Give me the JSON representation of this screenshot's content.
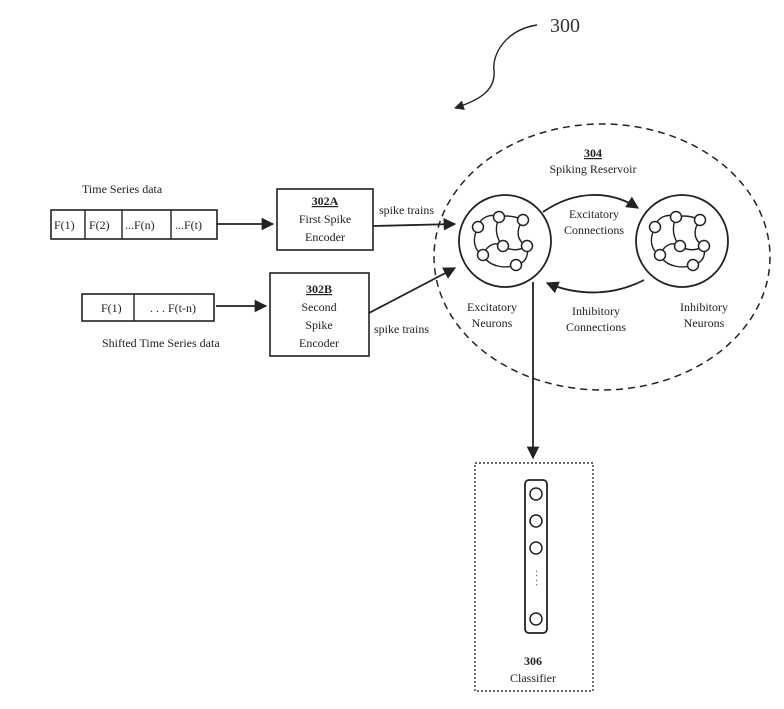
{
  "figure": {
    "reference_number": "300"
  },
  "time_series": {
    "caption": "Time Series data",
    "cells": [
      "F(1)",
      "F(2)",
      "...F(n)",
      "...F(t)"
    ]
  },
  "shifted_series": {
    "caption": "Shifted Time Series data",
    "cells": [
      "F(1)",
      ". . . F(t-n)"
    ]
  },
  "encoder_a": {
    "id": "302A",
    "lines": [
      "First Spike",
      "Encoder"
    ]
  },
  "encoder_b": {
    "id": "302B",
    "lines": [
      "Second",
      "Spike",
      "Encoder"
    ]
  },
  "edges": {
    "spike_trains_a": "spike trains",
    "spike_trains_b": "spike trains"
  },
  "reservoir": {
    "id": "304",
    "title": "Spiking Reservoir",
    "excitatory": {
      "lines": [
        "Excitatory",
        "Neurons"
      ]
    },
    "inhibitory": {
      "lines": [
        "Inhibitory",
        "Neurons"
      ]
    },
    "excitatory_connections": [
      "Excitatory",
      "Connections"
    ],
    "inhibitory_connections": [
      "Inhibitory",
      "Connections"
    ]
  },
  "classifier": {
    "id": "306",
    "title": "Classifier",
    "dots": ". . . ."
  }
}
